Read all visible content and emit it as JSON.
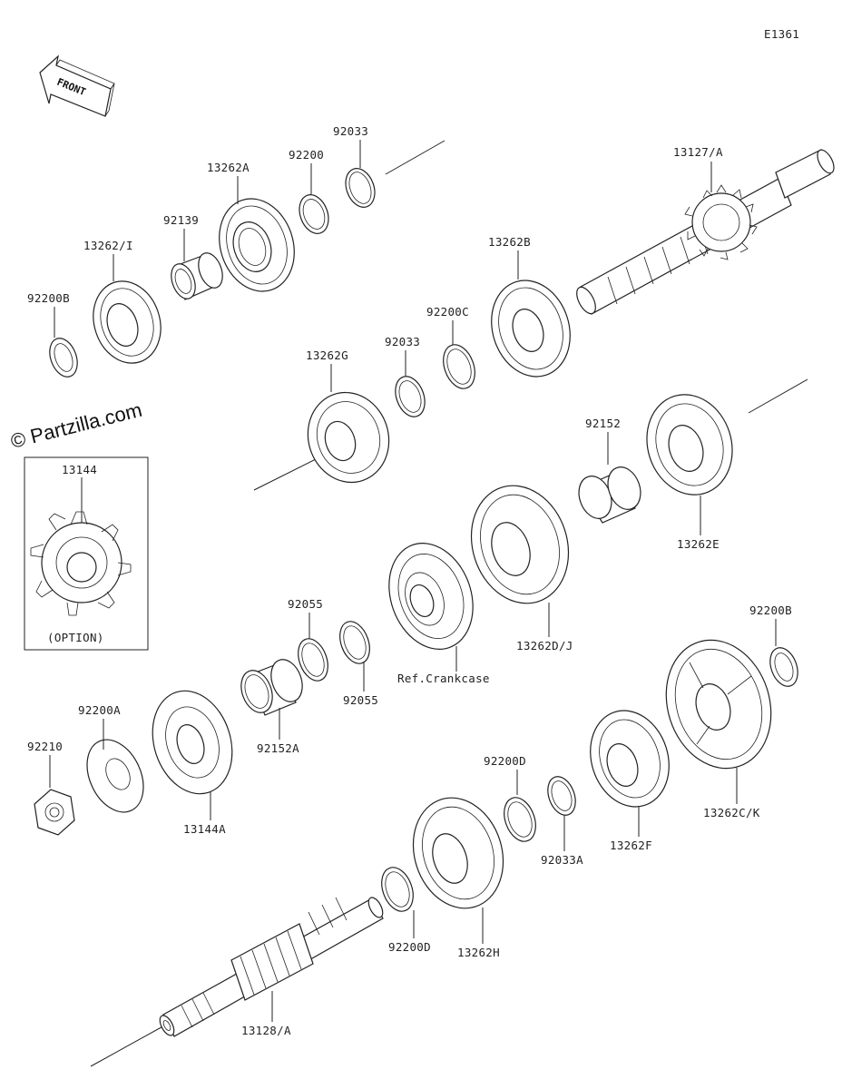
{
  "diagram": {
    "code": "E1361",
    "watermark": "© Partzilla.com",
    "front_label": "FRONT",
    "option_box_label": "(OPTION)",
    "labels": {
      "p13127A": "13127/A",
      "p92033_top": "92033",
      "p92200": "92200",
      "p13262A": "13262A",
      "p92139": "92139",
      "p13262I": "13262/I",
      "p92200B_left": "92200B",
      "p13262B": "13262B",
      "p92200C": "92200C",
      "p92033_mid": "92033",
      "p13262G": "13262G",
      "p13144": "13144",
      "p92152_right": "92152",
      "p13262E": "13262E",
      "p13262DJ": "13262D/J",
      "p_crankcase": "Ref.Crankcase",
      "p92055_top": "92055",
      "p92055_bot": "92055",
      "p92152A": "92152A",
      "p92200A": "92200A",
      "p92210": "92210",
      "p13144A": "13144A",
      "p92200B_right": "92200B",
      "p13262CK": "13262C/K",
      "p92200D_top": "92200D",
      "p92033A": "92033A",
      "p13262F": "13262F",
      "p92200D_bot": "92200D",
      "p13262H": "13262H",
      "p13128A": "13128/A"
    }
  }
}
